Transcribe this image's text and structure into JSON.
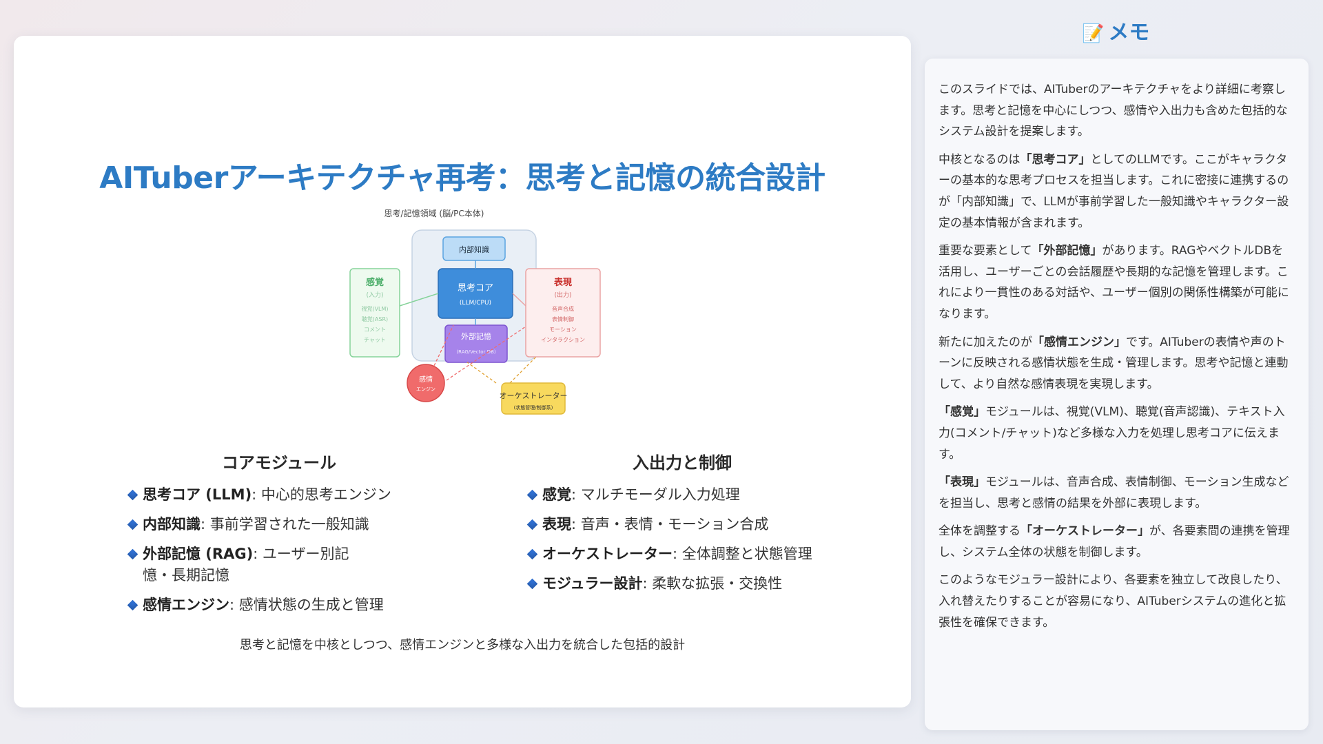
{
  "slide": {
    "title": "AITuberアーキテクチャ再考：思考と記憶の統合設計",
    "diagram": {
      "region_label": "思考/記憶領域 (脳/PC本体)",
      "internal_knowledge": "内部知識",
      "core_title": "思考コア",
      "core_sub": "(LLM/CPU)",
      "external_memory_title": "外部記憶",
      "external_memory_sub": "(RAG/Vector DB)",
      "sense_title": "感覚",
      "sense_sub": "(入力)",
      "sense_items": [
        "視覚(VLM)",
        "聴覚(ASR)",
        "コメント",
        "チャット"
      ],
      "expression_title": "表現",
      "expression_sub": "(出力)",
      "expression_items": [
        "音声合成",
        "表情制御",
        "モーション",
        "インタラクション"
      ],
      "emotion_title": "感情",
      "emotion_sub": "エンジン",
      "orchestrator_title": "オーケストレーター",
      "orchestrator_sub": "(状態管理/制御系)",
      "colors": {
        "blue": "#4a90d9",
        "green": "#5cb85c",
        "red": "#c9302c",
        "purple": "#9b6fe0",
        "emotion": "#f06b6b",
        "orchestrator": "#f5d55a"
      }
    },
    "columns": [
      {
        "heading": "コアモジュール",
        "items": [
          {
            "term": "思考コア (LLM)",
            "desc": ": 中心的思考エンジン"
          },
          {
            "term": "内部知識",
            "desc": ": 事前学習された一般知識"
          },
          {
            "term": "外部記憶 (RAG)",
            "desc": ": ユーザー別記憶・長期記憶"
          },
          {
            "term": "感情エンジン",
            "desc": ": 感情状態の生成と管理"
          }
        ]
      },
      {
        "heading": "入出力と制御",
        "items": [
          {
            "term": "感覚",
            "desc": ": マルチモーダル入力処理"
          },
          {
            "term": "表現",
            "desc": ": 音声・表情・モーション合成"
          },
          {
            "term": "オーケストレーター",
            "desc": ": 全体調整と状態管理"
          },
          {
            "term": "モジュラー設計",
            "desc": ": 柔軟な拡張・交換性"
          }
        ]
      }
    ],
    "caption": "思考と記憶を中核としつつ、感情エンジンと多様な入出力を統合した包括的設計"
  },
  "memo": {
    "icon": "memo-icon",
    "icon_glyph": "📝",
    "title": "メモ",
    "paragraphs": [
      {
        "pre": "このスライドでは、AITuberのアーキテクチャをより詳細に考察します。思考と記憶を中心にしつつ、感情や入出力も含めた包括的なシステム設計を提案します。",
        "bold": "",
        "post": ""
      },
      {
        "pre": "中核となるのは",
        "bold": "「思考コア」",
        "post": "としてのLLMです。ここがキャラクターの基本的な思考プロセスを担当します。これに密接に連携するのが「内部知識」で、LLMが事前学習した一般知識やキャラクター設定の基本情報が含まれます。"
      },
      {
        "pre": "重要な要素として",
        "bold": "「外部記憶」",
        "post": "があります。RAGやベクトルDBを活用し、ユーザーごとの会話履歴や長期的な記憶を管理します。これにより一貫性のある対話や、ユーザー個別の関係性構築が可能になります。"
      },
      {
        "pre": "新たに加えたのが",
        "bold": "「感情エンジン」",
        "post": "です。AITuberの表情や声のトーンに反映される感情状態を生成・管理します。思考や記憶と連動して、より自然な感情表現を実現します。"
      },
      {
        "pre": "",
        "bold": "「感覚」",
        "post": "モジュールは、視覚(VLM)、聴覚(音声認識)、テキスト入力(コメント/チャット)など多様な入力を処理し思考コアに伝えます。"
      },
      {
        "pre": "",
        "bold": "「表現」",
        "post": "モジュールは、音声合成、表情制御、モーション生成などを担当し、思考と感情の結果を外部に表現します。"
      },
      {
        "pre": "全体を調整する",
        "bold": "「オーケストレーター」",
        "post": "が、各要素間の連携を管理し、システム全体の状態を制御します。"
      },
      {
        "pre": "このようなモジュラー設計により、各要素を独立して改良したり、入れ替えたりすることが容易になり、AITuberシステムの進化と拡張性を確保できます。",
        "bold": "",
        "post": ""
      }
    ]
  }
}
